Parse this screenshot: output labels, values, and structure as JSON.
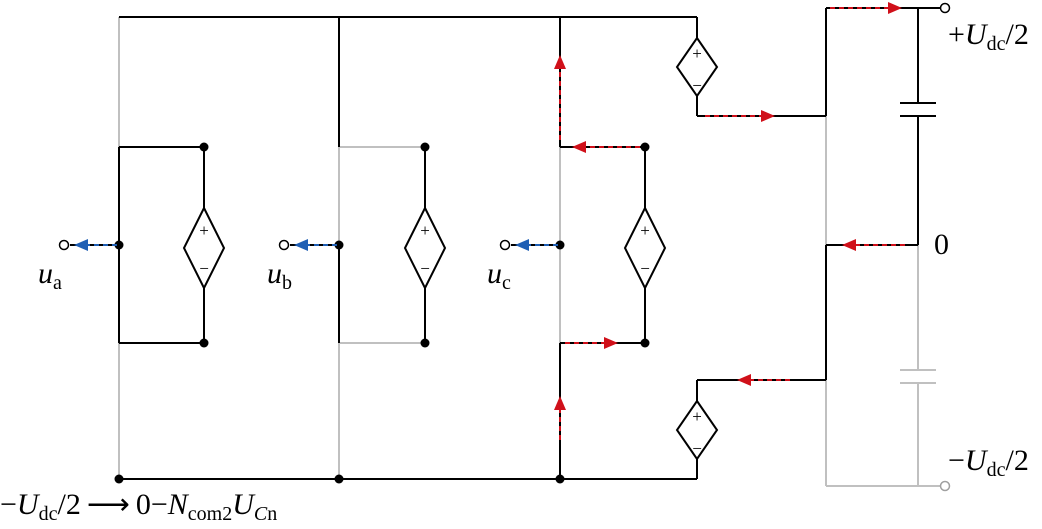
{
  "labels": {
    "u_a": {
      "main": "u",
      "sub": "a"
    },
    "u_b": {
      "main": "u",
      "sub": "b"
    },
    "u_c": {
      "main": "u",
      "sub": "c"
    },
    "pos_dc": {
      "prefix": "+",
      "main": "U",
      "sub": "dc",
      "suffix": "/2"
    },
    "neg_dc": {
      "prefix": "−",
      "main": "U",
      "sub": "dc",
      "suffix": "/2"
    },
    "zero": "0",
    "transition": {
      "prefix": "−",
      "u": "U",
      "dc": "dc",
      "div": "/2",
      "arrow": "⟶",
      "zero_minus": "0−",
      "n": "N",
      "com2": "com2",
      "u2": "U",
      "cn": "C",
      "n_sub": "n"
    }
  },
  "source_signs": {
    "plus": "+",
    "minus": "−"
  },
  "colors": {
    "wire": "#000000",
    "inactive_wire": "#c0c0c0",
    "current_flow": "#d0101a",
    "output_flow": "#1f5fb4"
  }
}
